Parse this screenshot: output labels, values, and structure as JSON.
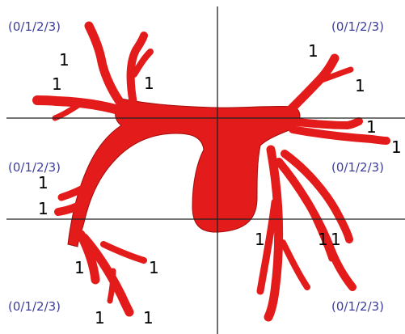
{
  "colors": {
    "vessel": "#e31b1b",
    "vessel_stroke": "#a20c0c",
    "quadrant_label": "#3d3d9a",
    "grid_line": "#222222",
    "number_text": "#000000"
  },
  "quadrant_labels": {
    "top_left": "(0/1/2/3)",
    "top_right": "(0/1/2/3)",
    "middle_left": "(0/1/2/3)",
    "middle_right": "(0/1/2/3)",
    "bottom_left": "(0/1/2/3)",
    "bottom_right": "(0/1/2/3)"
  },
  "branch_numbers": {
    "tl_a": "1",
    "tl_b": "1",
    "tl_c": "1",
    "tr_a": "1",
    "tr_b": "1",
    "r_a": "1",
    "r_b": "1",
    "ml_a": "1",
    "ml_b": "1",
    "bl_a": "1",
    "bl_b": "1",
    "bl_c": "1",
    "bl_d": "1",
    "br_a": "1",
    "br_b": "1",
    "br_c": "1"
  }
}
